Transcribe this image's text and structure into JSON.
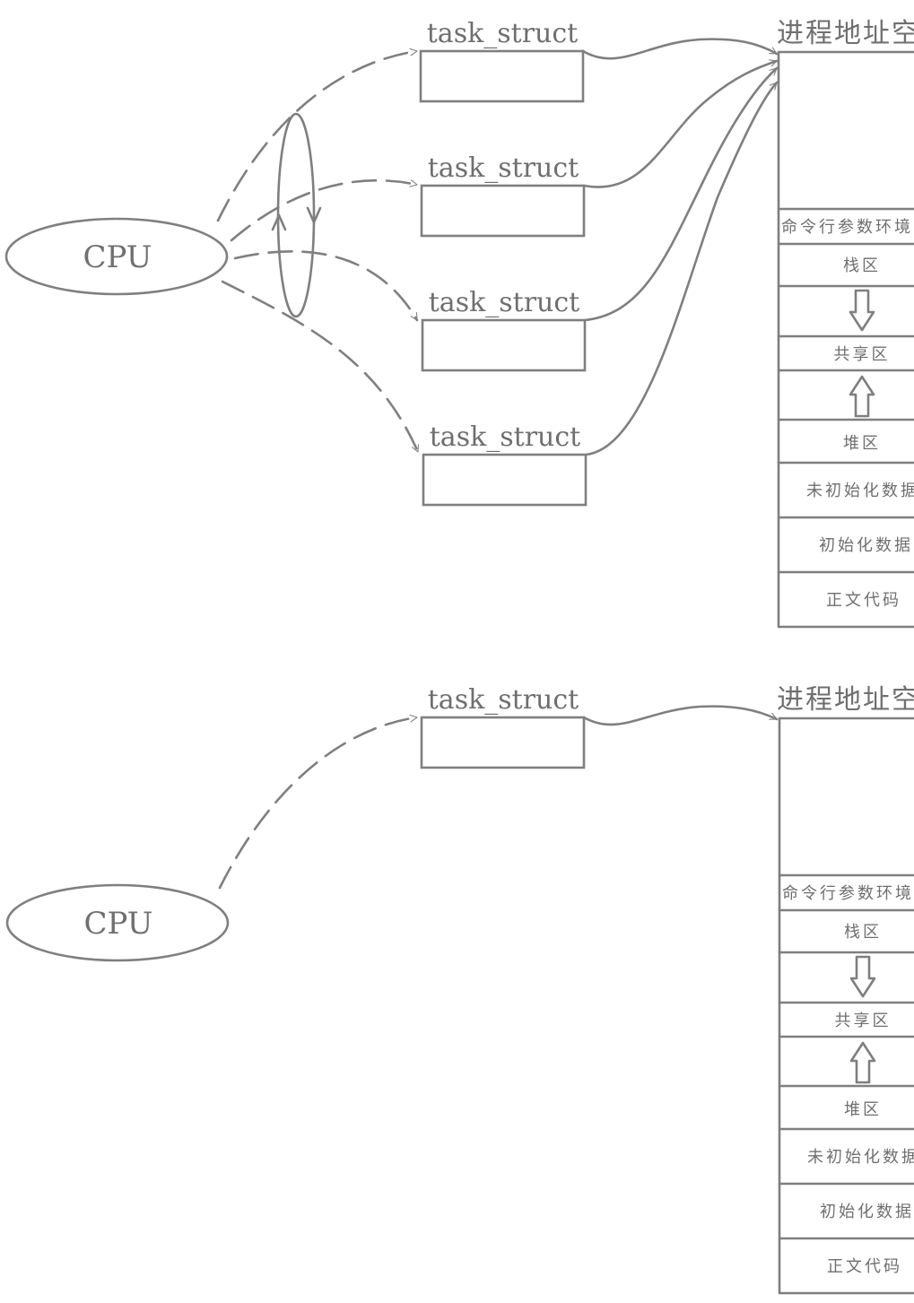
{
  "panels": [
    {
      "cpu_label": "CPU",
      "task_structs": [
        "task_struct",
        "task_struct",
        "task_struct",
        "task_struct"
      ],
      "address_space": {
        "title": "进程地址空",
        "segments": [
          "命令行参数环境",
          "栈区",
          "共享区",
          "堆区",
          "未初始化数据",
          "初始化数据",
          "正文代码"
        ]
      }
    },
    {
      "cpu_label": "CPU",
      "task_structs": [
        "task_struct"
      ],
      "address_space": {
        "title": "进程地址空",
        "segments": [
          "命令行参数环境",
          "栈区",
          "共享区",
          "堆区",
          "未初始化数据",
          "初始化数据",
          "正文代码"
        ]
      }
    }
  ],
  "colors": {
    "stroke": "#7f7f7f",
    "text": "#6f6f6f",
    "background": "#ffffff"
  }
}
